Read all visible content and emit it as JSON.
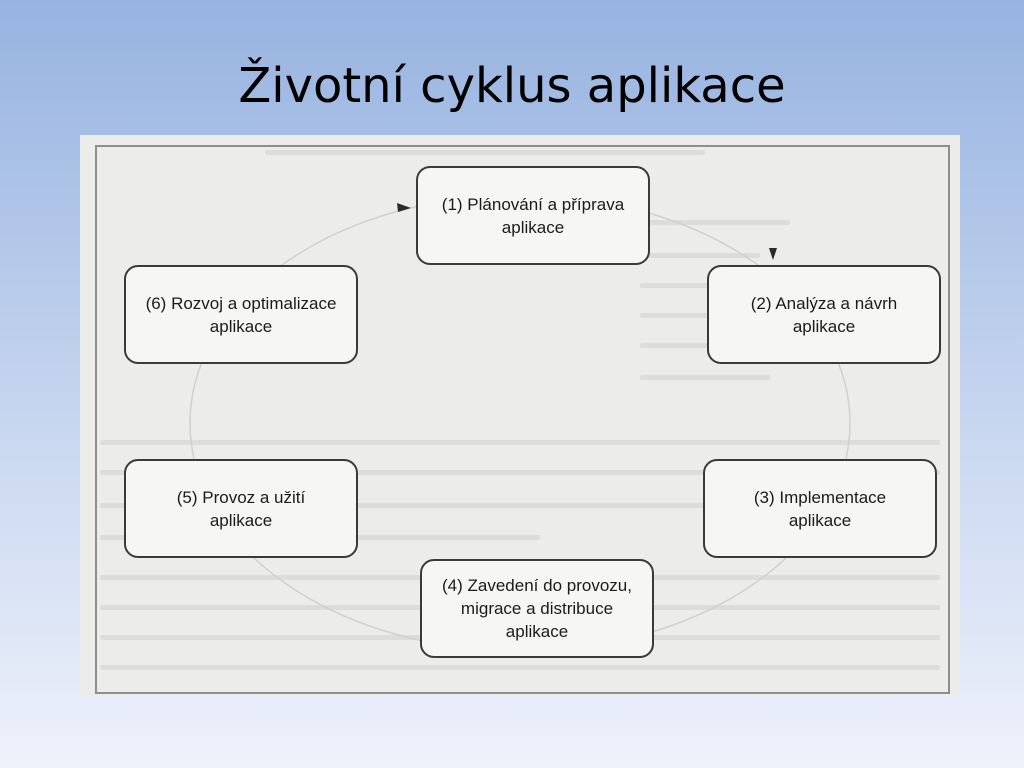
{
  "slide": {
    "title": "Životní cyklus aplikace"
  },
  "diagram": {
    "stages": [
      {
        "label": "(1) Plánování a příprava\naplikace"
      },
      {
        "label": "(2) Analýza a návrh\naplikace"
      },
      {
        "label": "(3) Implementace\naplikace"
      },
      {
        "label": "(4) Zavedení do provozu,\nmigrace a distribuce\naplikace"
      },
      {
        "label": "(5) Provoz a užití\naplikace"
      },
      {
        "label": "(6) Rozvoj a optimalizace\naplikace"
      }
    ],
    "colors": {
      "paper": "#ececea",
      "box_fill": "#f6f6f4",
      "box_border": "#3a3a3a",
      "cycle_line": "#d0d0d0"
    }
  }
}
